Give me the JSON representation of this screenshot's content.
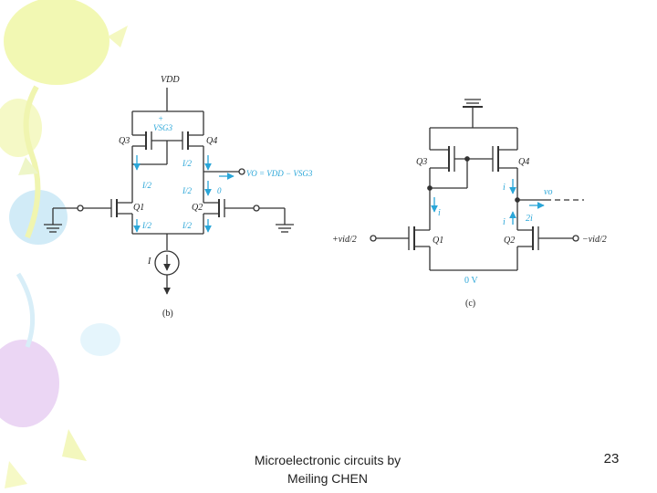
{
  "footer": {
    "line1": "Microelectronic circuits by",
    "line2": "Meiling CHEN",
    "page": "23"
  },
  "diagram_b": {
    "vdd": "VDD",
    "q3": "Q3",
    "q4": "Q4",
    "q1": "Q1",
    "q2": "Q2",
    "vsg3_plus": "+",
    "vsg3": "VSG3",
    "i_half": "I/2",
    "zero": "0",
    "vo": "VO = VDD − VSG3",
    "source_i": "I",
    "caption": "(b)"
  },
  "diagram_c": {
    "q3": "Q3",
    "q4": "Q4",
    "q1": "Q1",
    "q2": "Q2",
    "i": "i",
    "two_i": "2i",
    "vo": "vo",
    "vin_plus": "+vid/2",
    "vin_minus": "−vid/2",
    "zero_v": "0 V",
    "caption": "(c)"
  },
  "colors": {
    "accent": "#2aa6d8",
    "wire": "#333333",
    "balloon_yellow": "#eef59a",
    "balloon_blue": "#c9e7f6",
    "balloon_purple": "#e4c8f0"
  }
}
